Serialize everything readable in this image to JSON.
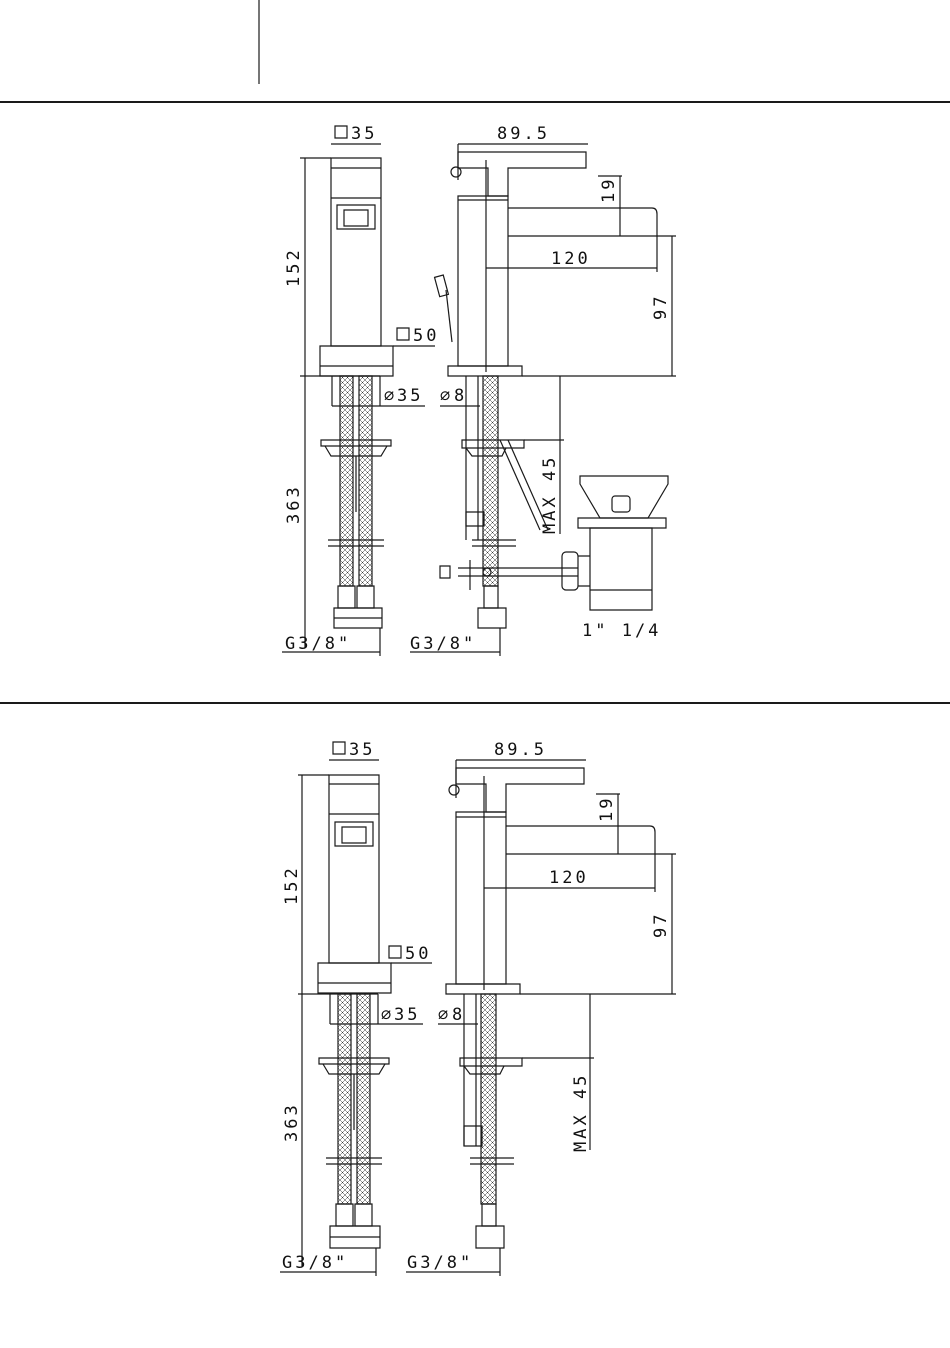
{
  "drawing_top": {
    "front_view": {
      "top_square": "35",
      "height_body": "152",
      "base_square": "50",
      "hole_diameter": "35",
      "hose_length": "363",
      "thread": "G3/8\""
    },
    "side_view": {
      "lever_reach": "89.5",
      "spout_height": "19",
      "spout_reach": "120",
      "spout_clearance": "97",
      "rod_diameter": "8",
      "max_deck": "MAX 45",
      "thread": "G3/8\"",
      "waste_size": "1\"  1/4"
    }
  },
  "drawing_bottom": {
    "front_view": {
      "top_square": "35",
      "height_body": "152",
      "base_square": "50",
      "hole_diameter": "35",
      "hose_length": "363",
      "thread": "G3/8\""
    },
    "side_view": {
      "lever_reach": "89.5",
      "spout_height": "19",
      "spout_reach": "120",
      "spout_clearance": "97",
      "rod_diameter": "8",
      "max_deck": "MAX 45",
      "thread": "G3/8\""
    }
  },
  "symbols": {
    "square": "square-symbol",
    "diameter": "diameter-symbol"
  }
}
